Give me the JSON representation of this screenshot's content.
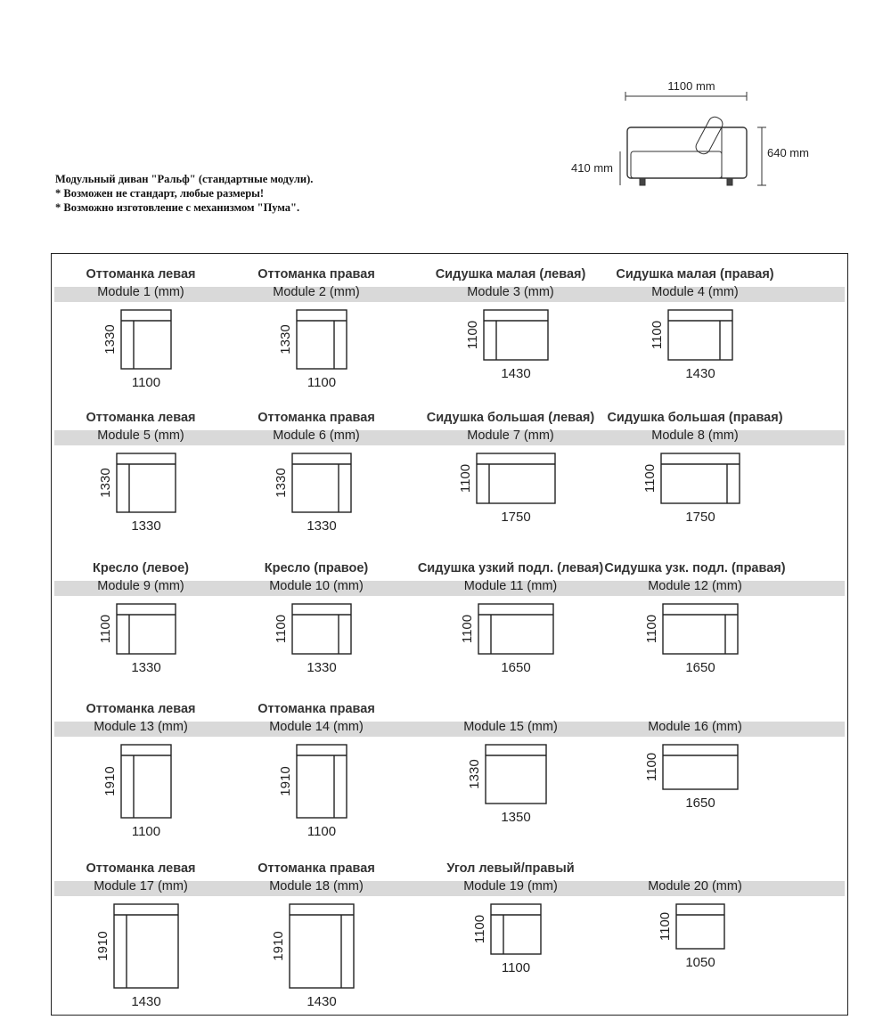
{
  "notes": {
    "title": "Модульный диван \"Ральф\" (стандартные модули).",
    "line1": "* Возможен не стандарт, любые размеры!",
    "line2": "* Возможно изготовление с механизмом \"Пума\"."
  },
  "preview": {
    "width_label": "1100 mm",
    "seat_height_label": "410 mm",
    "total_height_label": "640 mm"
  },
  "modules": [
    {
      "name": "Оттоманка левая",
      "module": "Module 1 (mm)",
      "width": "1100",
      "depth": "1330"
    },
    {
      "name": "Оттоманка правая",
      "module": "Module 2 (mm)",
      "width": "1100",
      "depth": "1330"
    },
    {
      "name": "Сидушка малая (левая)",
      "module": "Module 3 (mm)",
      "width": "1430",
      "depth": "1100"
    },
    {
      "name": "Сидушка малая (правая)",
      "module": "Module 4 (mm)",
      "width": "1430",
      "depth": "1100"
    },
    {
      "name": "Оттоманка левая",
      "module": "Module 5 (mm)",
      "width": "1330",
      "depth": "1330"
    },
    {
      "name": "Оттоманка правая",
      "module": "Module 6 (mm)",
      "width": "1330",
      "depth": "1330"
    },
    {
      "name": "Сидушка большая (левая)",
      "module": "Module 7 (mm)",
      "width": "1750",
      "depth": "1100"
    },
    {
      "name": "Сидушка большая (правая)",
      "module": "Module 8 (mm)",
      "width": "1750",
      "depth": "1100"
    },
    {
      "name": "Кресло (левое)",
      "module": "Module 9 (mm)",
      "width": "1330",
      "depth": "1100"
    },
    {
      "name": "Кресло (правое)",
      "module": "Module 10 (mm)",
      "width": "1330",
      "depth": "1100"
    },
    {
      "name": "Сидушка узкий подл. (левая)",
      "module": "Module 11 (mm)",
      "width": "1650",
      "depth": "1100"
    },
    {
      "name": "Сидушка узк. подл. (правая)",
      "module": "Module 12 (mm)",
      "width": "1650",
      "depth": "1100"
    },
    {
      "name": "Оттоманка левая",
      "module": "Module 13 (mm)",
      "width": "1100",
      "depth": "1910"
    },
    {
      "name": "Оттоманка правая",
      "module": "Module 14 (mm)",
      "width": "1100",
      "depth": "1910"
    },
    {
      "name": "",
      "module": "Module 15 (mm)",
      "width": "1350",
      "depth": "1330"
    },
    {
      "name": "",
      "module": "Module 16 (mm)",
      "width": "1650",
      "depth": "1100"
    },
    {
      "name": "Оттоманка левая",
      "module": "Module 17 (mm)",
      "width": "1430",
      "depth": "1910"
    },
    {
      "name": "Оттоманка правая",
      "module": "Module 18 (mm)",
      "width": "1430",
      "depth": "1910"
    },
    {
      "name": "Угол левый/правый",
      "module": "Module 19 (mm)",
      "width": "1100",
      "depth": "1100"
    },
    {
      "name": "",
      "module": "Module 20 (mm)",
      "width": "1050",
      "depth": "1100"
    }
  ]
}
